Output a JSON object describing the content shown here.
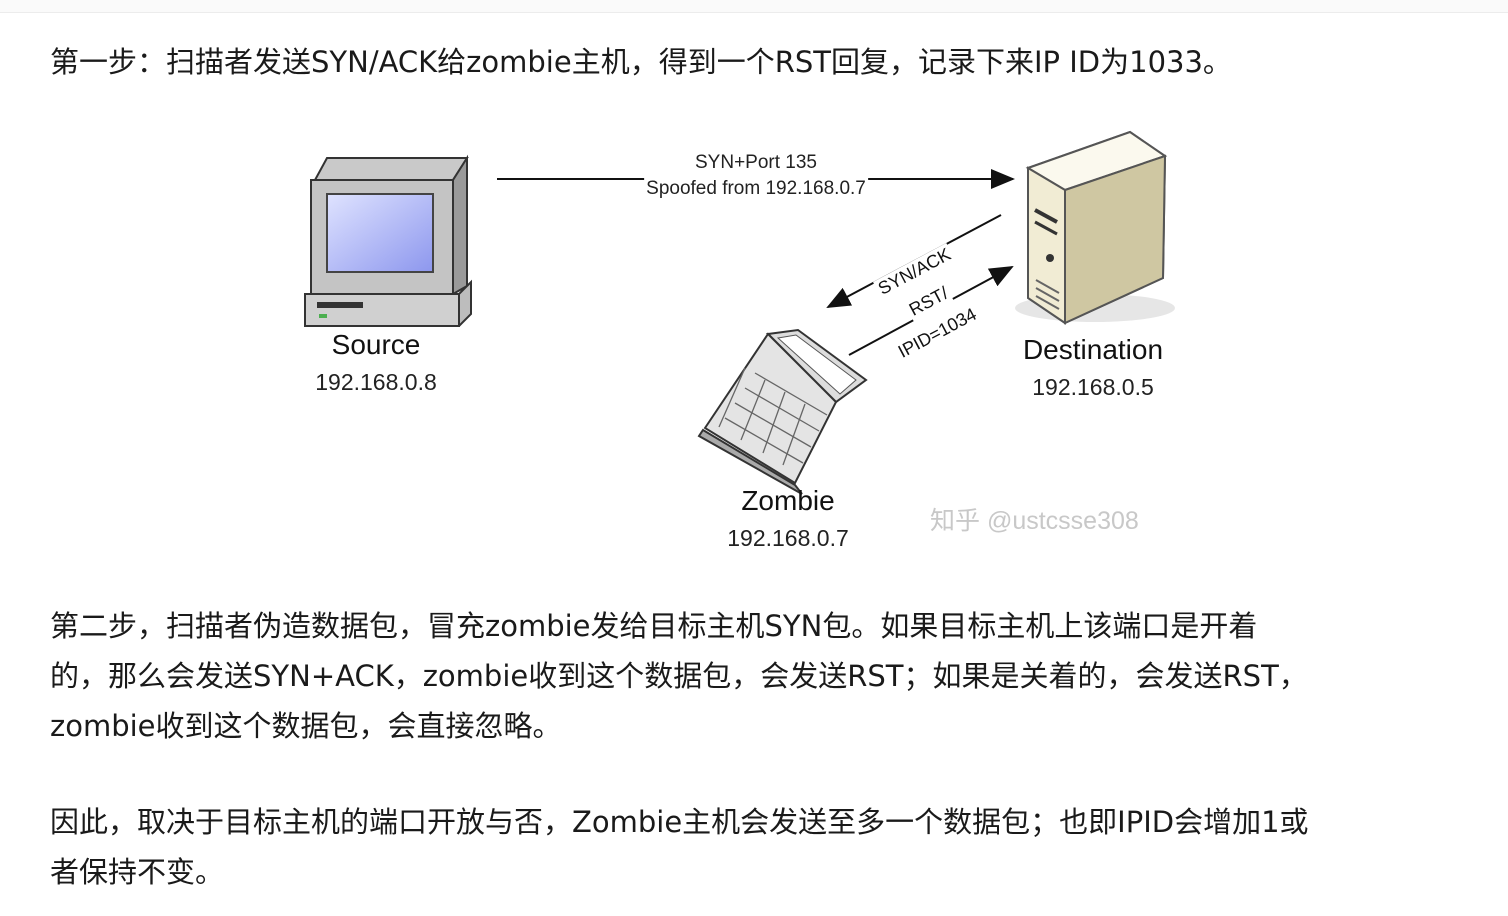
{
  "paragraphs": {
    "p1": "第一步：扫描者发送SYN/ACK给zombie主机，得到一个RST回复，记录下来IP ID为1033。",
    "p2_line1": "第二步，扫描者伪造数据包，冒充zombie发给目标主机SYN包。如果目标主机上该端口是开着",
    "p2_line2": "的，那么会发送SYN+ACK，zombie收到这个数据包，会发送RST；如果是关着的，会发送RST，",
    "p2_line3": "zombie收到这个数据包，会直接忽略。",
    "p3_line1": "因此，取决于目标主机的端口开放与否，Zombie主机会发送至多一个数据包；也即IPID会增加1或",
    "p3_line2": "者保持不变。"
  },
  "diagram": {
    "source": {
      "name": "Source",
      "ip": "192.168.0.8",
      "icon": "desktop-computer-icon"
    },
    "destination": {
      "name": "Destination",
      "ip": "192.168.0.5",
      "icon": "server-tower-icon"
    },
    "zombie": {
      "name": "Zombie",
      "ip": "192.168.0.7",
      "icon": "laptop-icon"
    },
    "arrow_top_line1": "SYN+Port 135",
    "arrow_top_line2": "Spoofed from 192.168.0.7",
    "arrow_synack": "SYN/ACK",
    "arrow_rst_line1": "RST/",
    "arrow_rst_line2": "IPID=1034",
    "watermark": "知乎 @ustcsse308"
  }
}
